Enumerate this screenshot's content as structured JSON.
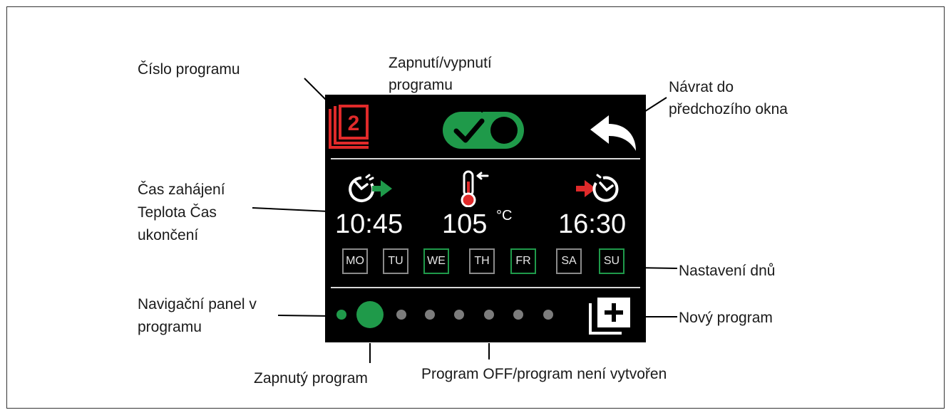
{
  "annotations": {
    "program_number": "Číslo programu",
    "toggle_line1": "Zapnutí/vypnutí",
    "toggle_line2": "programu",
    "back_line1": "Návrat do",
    "back_line2": "předchozího okna",
    "times_line1": "Čas zahájení",
    "times_line2": "Teplota Čas",
    "times_line3": "ukončení",
    "days": "Nastavení dnů",
    "nav_line1": "Navigační panel v",
    "nav_line2": "programu",
    "new_program": "Nový program",
    "active_program": "Zapnutý program",
    "program_off": "Program OFF/program není vytvořen"
  },
  "screen": {
    "program_number": "2",
    "program_enabled": true,
    "start_time": "10:45",
    "temperature": "105",
    "temperature_unit": "°C",
    "end_time": "16:30",
    "days": [
      {
        "label": "MO",
        "on": false
      },
      {
        "label": "TU",
        "on": false
      },
      {
        "label": "WE",
        "on": true
      },
      {
        "label": "TH",
        "on": false
      },
      {
        "label": "FR",
        "on": true
      },
      {
        "label": "SA",
        "on": false
      },
      {
        "label": "SU",
        "on": true
      }
    ],
    "current_program_index": 1,
    "program_count": 8
  },
  "colors": {
    "accent_green": "#1f9a4a",
    "accent_red": "#e02a2a",
    "screen_bg": "#000000",
    "text_white": "#ffffff"
  },
  "icons": {
    "program_number": "program-number-icon",
    "toggle": "toggle-switch-icon",
    "back": "back-arrow-icon",
    "start": "timer-start-icon",
    "thermometer": "thermometer-icon",
    "end": "timer-end-icon",
    "new": "add-program-icon"
  }
}
